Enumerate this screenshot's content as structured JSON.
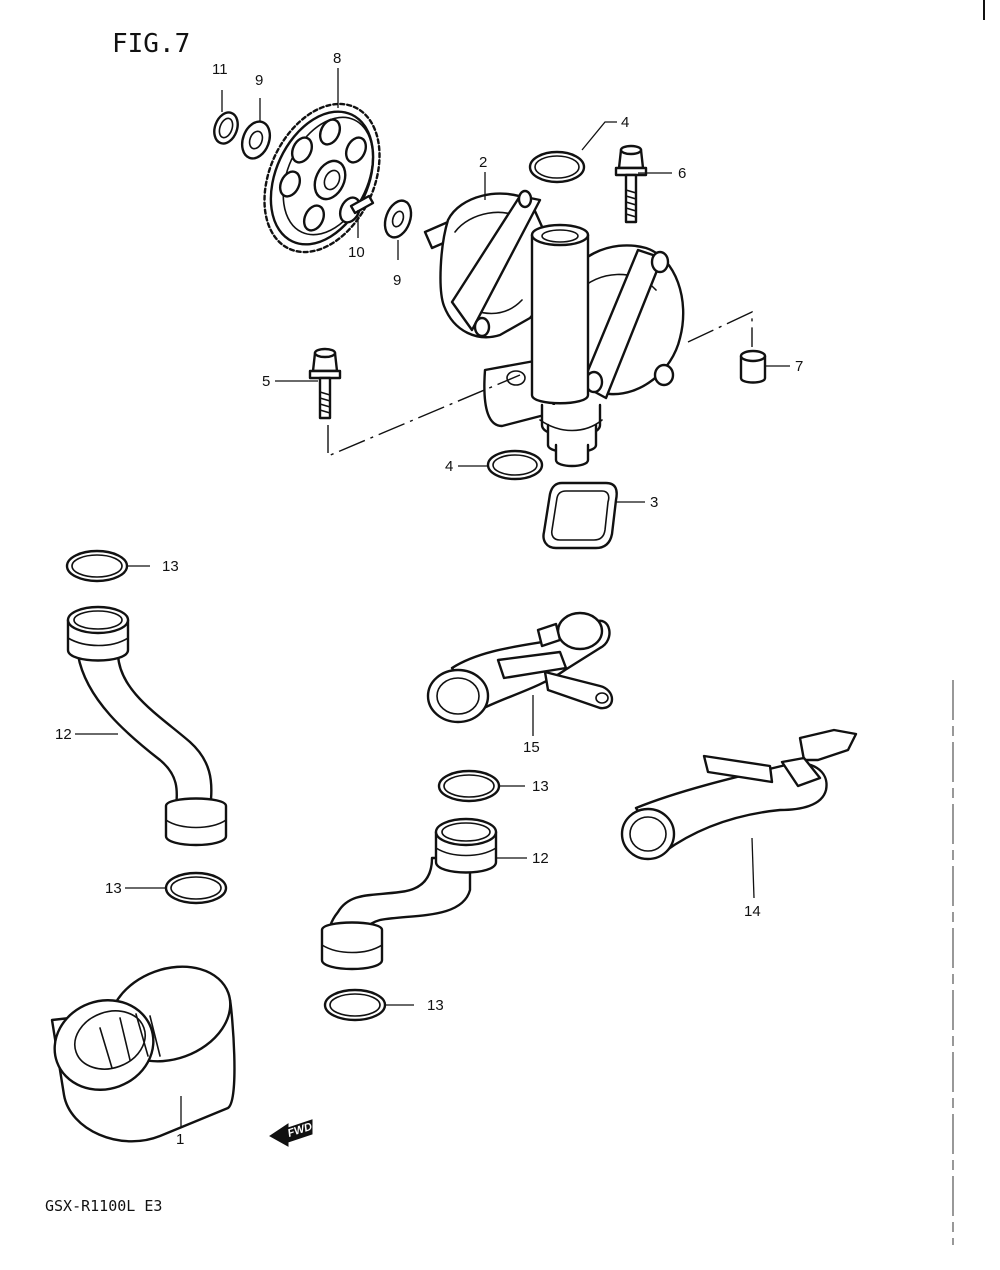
{
  "figure": {
    "title": "FIG.7",
    "model": "GSX-R1100L E3",
    "fwd_label": "FWD"
  },
  "callouts": {
    "c1": "1",
    "c2": "2",
    "c3": "3",
    "c4a": "4",
    "c4b": "4",
    "c5": "5",
    "c6": "6",
    "c7": "7",
    "c8": "8",
    "c9a": "9",
    "c9b": "9",
    "c10": "10",
    "c11": "11",
    "c12a": "12",
    "c12b": "12",
    "c13a": "13",
    "c13b": "13",
    "c13c": "13",
    "c13d": "13",
    "c14": "14",
    "c15": "15"
  }
}
